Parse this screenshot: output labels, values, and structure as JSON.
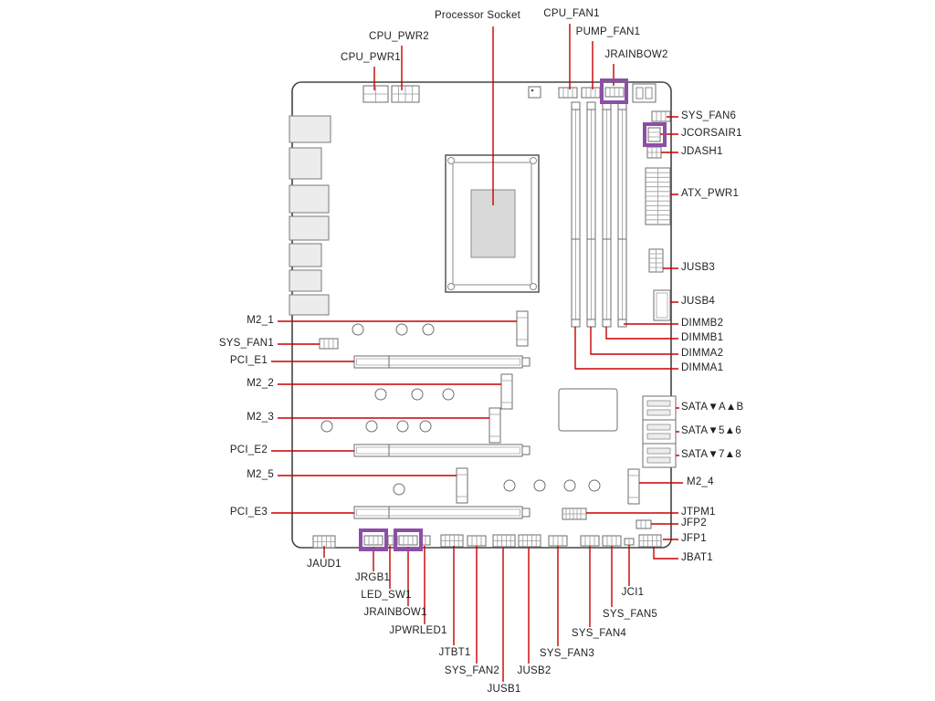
{
  "diagram": {
    "type": "motherboard-connector-map",
    "colors": {
      "callout": "#c80000",
      "highlight": "#8c4fa5",
      "component_stroke": "#6e6e6e"
    }
  },
  "labels": {
    "processor_socket": "Processor Socket",
    "cpu_fan1": "CPU_FAN1",
    "pump_fan1": "PUMP_FAN1",
    "jrainbow2": "JRAINBOW2",
    "cpu_pwr2": "CPU_PWR2",
    "cpu_pwr1": "CPU_PWR1",
    "sys_fan6": "SYS_FAN6",
    "jcorsair1": "JCORSAIR1",
    "jdash1": "JDASH1",
    "atx_pwr1": "ATX_PWR1",
    "jusb3": "JUSB3",
    "jusb4": "JUSB4",
    "dimmb2": "DIMMB2",
    "dimmb1": "DIMMB1",
    "dimma2": "DIMMA2",
    "dimma1": "DIMMA1",
    "sata_ab": "SATA▼A▲B",
    "sata_56": "SATA▼5▲6",
    "sata_78": "SATA▼7▲8",
    "m2_4": "M2_4",
    "jtpm1": "JTPM1",
    "jfp2": "JFP2",
    "jfp1": "JFP1",
    "jbat1": "JBAT1",
    "m2_1": "M2_1",
    "sys_fan1": "SYS_FAN1",
    "pci_e1": "PCI_E1",
    "m2_2": "M2_2",
    "m2_3": "M2_3",
    "pci_e2": "PCI_E2",
    "m2_5": "M2_5",
    "pci_e3": "PCI_E3",
    "jaud1": "JAUD1",
    "jrgb1": "JRGB1",
    "led_sw1": "LED_SW1",
    "jrainbow1": "JRAINBOW1",
    "jpwrled1": "JPWRLED1",
    "jtbt1": "JTBT1",
    "sys_fan2": "SYS_FAN2",
    "jusb1": "JUSB1",
    "jusb2": "JUSB2",
    "sys_fan3": "SYS_FAN3",
    "sys_fan4": "SYS_FAN4",
    "sys_fan5": "SYS_FAN5",
    "jci1": "JCI1"
  }
}
